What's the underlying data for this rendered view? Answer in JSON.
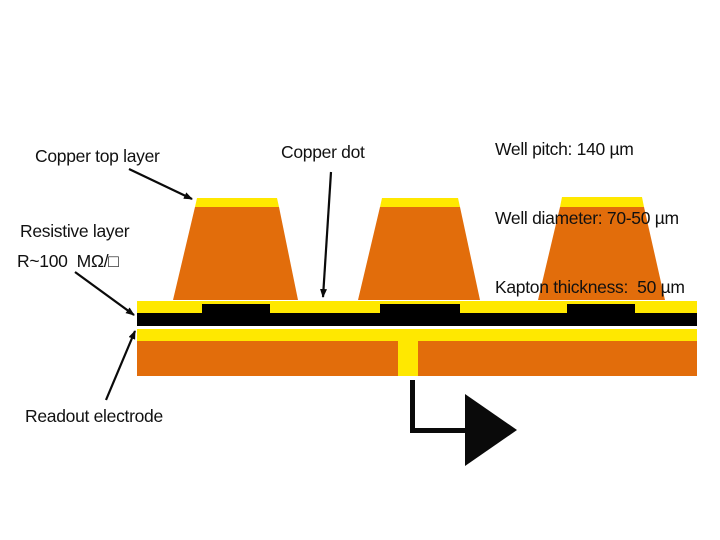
{
  "labels": {
    "copper_top_layer": "Copper top layer",
    "copper_dot": "Copper dot",
    "resistive_layer_line1": "Resistive layer",
    "resistive_layer_line2": "R~100  MΩ/□",
    "readout_electrode": "Readout electrode"
  },
  "specs": {
    "well_pitch": "Well pitch: 140 µm",
    "well_diameter": "Well diameter: 70-50 µm",
    "kapton_thickness": "Kapton thickness:  50 µm"
  },
  "colors": {
    "kapton_orange": "#E26D0B",
    "copper_yellow": "#FFE800",
    "resistive_black": "#000000",
    "arrow_black": "#0a0a0a",
    "background": "#FFFFFF"
  },
  "icons": {
    "signal_arrow": "right-arrow",
    "annotation_arrows": "thin-pointer-arrow"
  }
}
